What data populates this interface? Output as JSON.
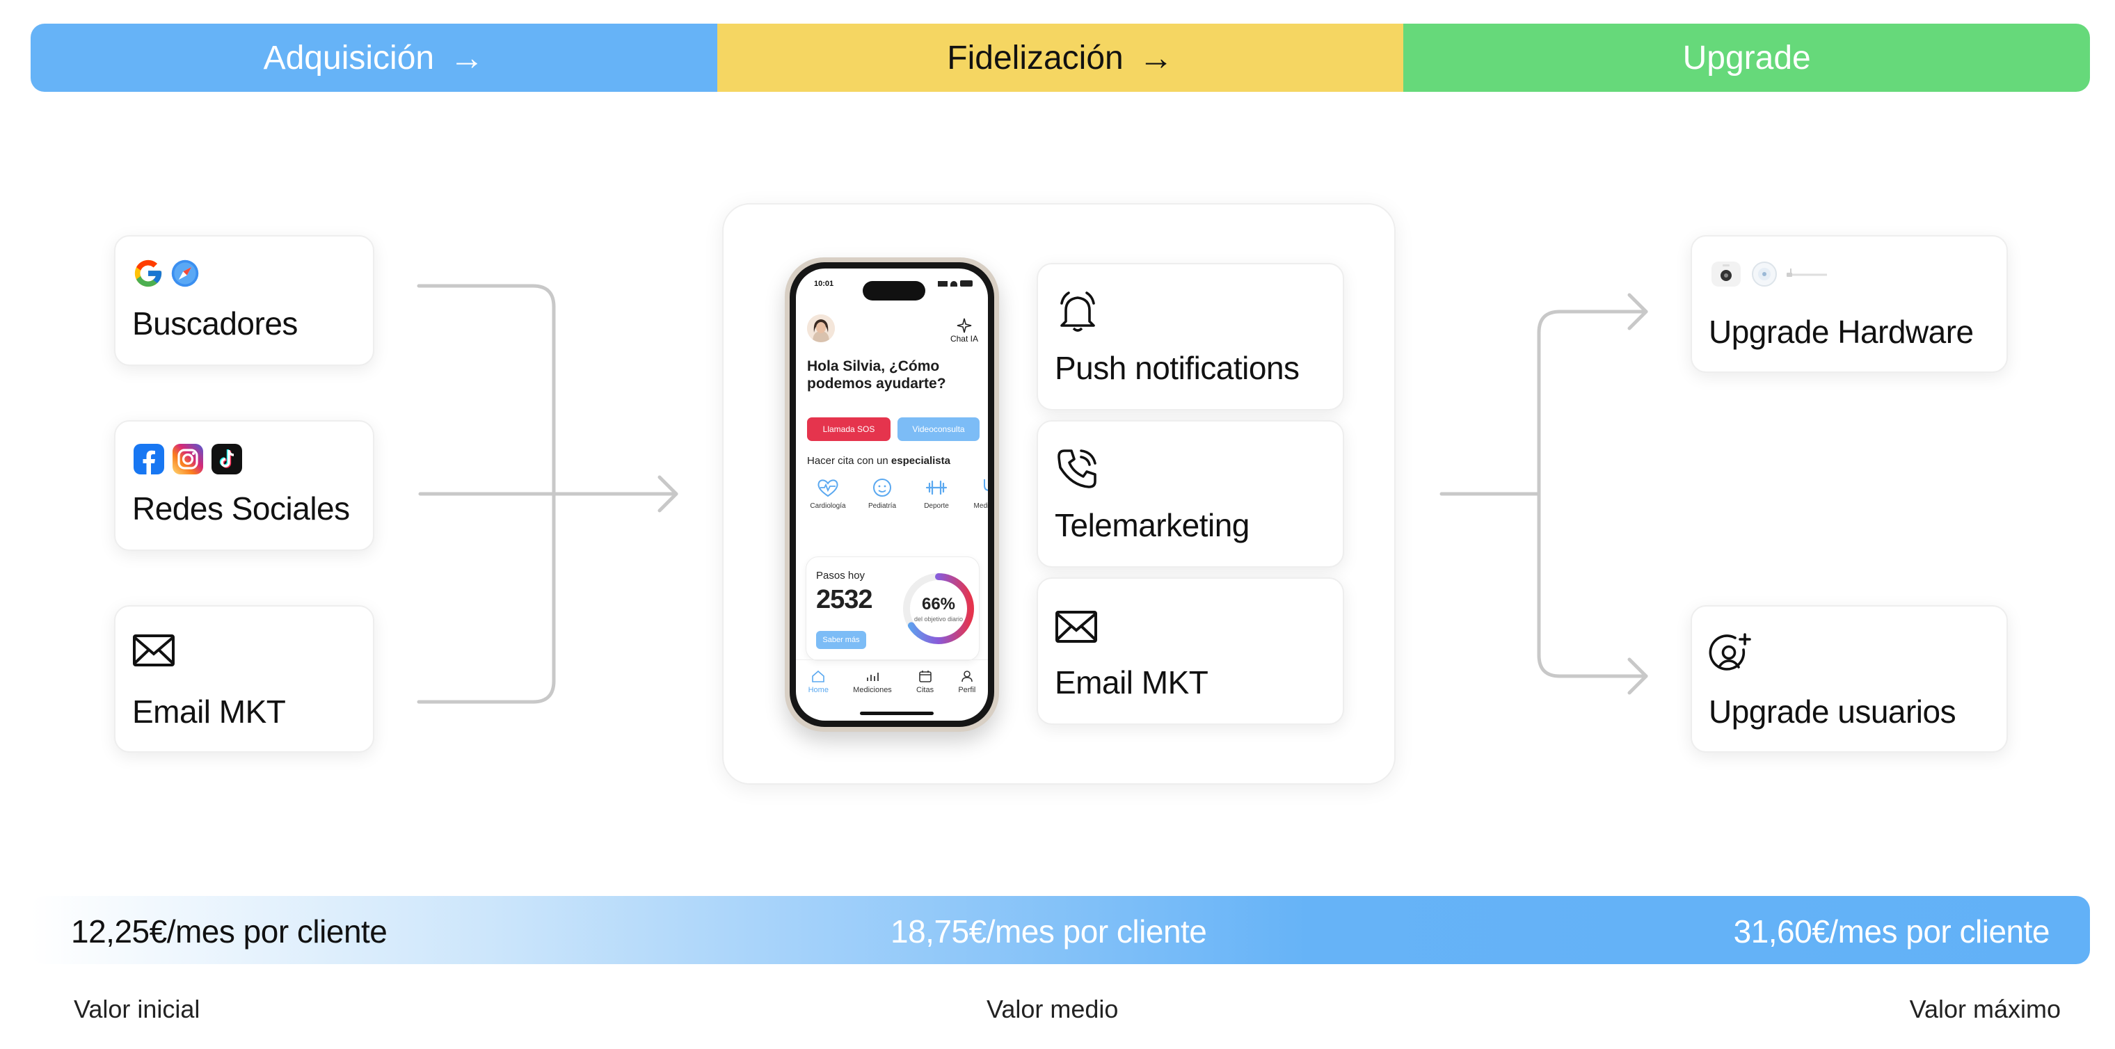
{
  "stages": [
    {
      "label": "Adquisición",
      "arrow": "→"
    },
    {
      "label": "Fidelización",
      "arrow": "→"
    },
    {
      "label": "Upgrade",
      "arrow": ""
    }
  ],
  "acquisition": {
    "search": {
      "label": "Buscadores",
      "icons": [
        "google-icon",
        "safari-icon"
      ]
    },
    "social": {
      "label": "Redes Sociales",
      "icons": [
        "facebook-icon",
        "instagram-icon",
        "tiktok-icon"
      ]
    },
    "email": {
      "label": "Email MKT",
      "icons": [
        "envelope-icon"
      ]
    }
  },
  "retention": {
    "push": {
      "label": "Push notifications",
      "icon": "bell-icon"
    },
    "tele": {
      "label": "Telemarketing",
      "icon": "phone-icon"
    },
    "email": {
      "label": "Email MKT",
      "icon": "envelope-icon"
    }
  },
  "upgrade": {
    "hardware": {
      "label": "Upgrade Hardware",
      "icons": [
        "camera-device-icon",
        "sensor-device-icon",
        "cable-icon"
      ]
    },
    "users": {
      "label": "Upgrade usuarios",
      "icon": "add-user-icon"
    }
  },
  "phone": {
    "time": "10:01",
    "chat_label": "Chat IA",
    "greeting": "Hola Silvia, ¿Cómo podemos ayudarte?",
    "sos_button": "Llamada SOS",
    "video_button": "Videoconsulta",
    "appointment_prefix": "Hacer cita con un ",
    "appointment_bold": "especialista",
    "categories": [
      "Cardiología",
      "Pediatría",
      "Deporte",
      "Medic inter"
    ],
    "steps_label": "Pasos hoy",
    "steps_value": "2532",
    "goal_percent_text": "66%",
    "goal_fraction": 0.66,
    "goal_sub": "del objetivo diario",
    "more_button": "Saber más",
    "nav": [
      "Home",
      "Mediciones",
      "Citas",
      "Perfil"
    ],
    "colors": {
      "sos": "#e5344d",
      "accent": "#7cbcf6"
    }
  },
  "values": {
    "initial": "12,25€/mes por cliente",
    "medium": "18,75€/mes por cliente",
    "max": "31,60€/mes por cliente"
  },
  "captions": {
    "initial": "Valor inicial",
    "medium": "Valor medio",
    "max": "Valor máximo"
  },
  "colors": {
    "adquisicion": "#66b3f7",
    "fidelizacion": "#f5d662",
    "upgrade": "#66d97a",
    "connector": "#c8c8c8"
  }
}
